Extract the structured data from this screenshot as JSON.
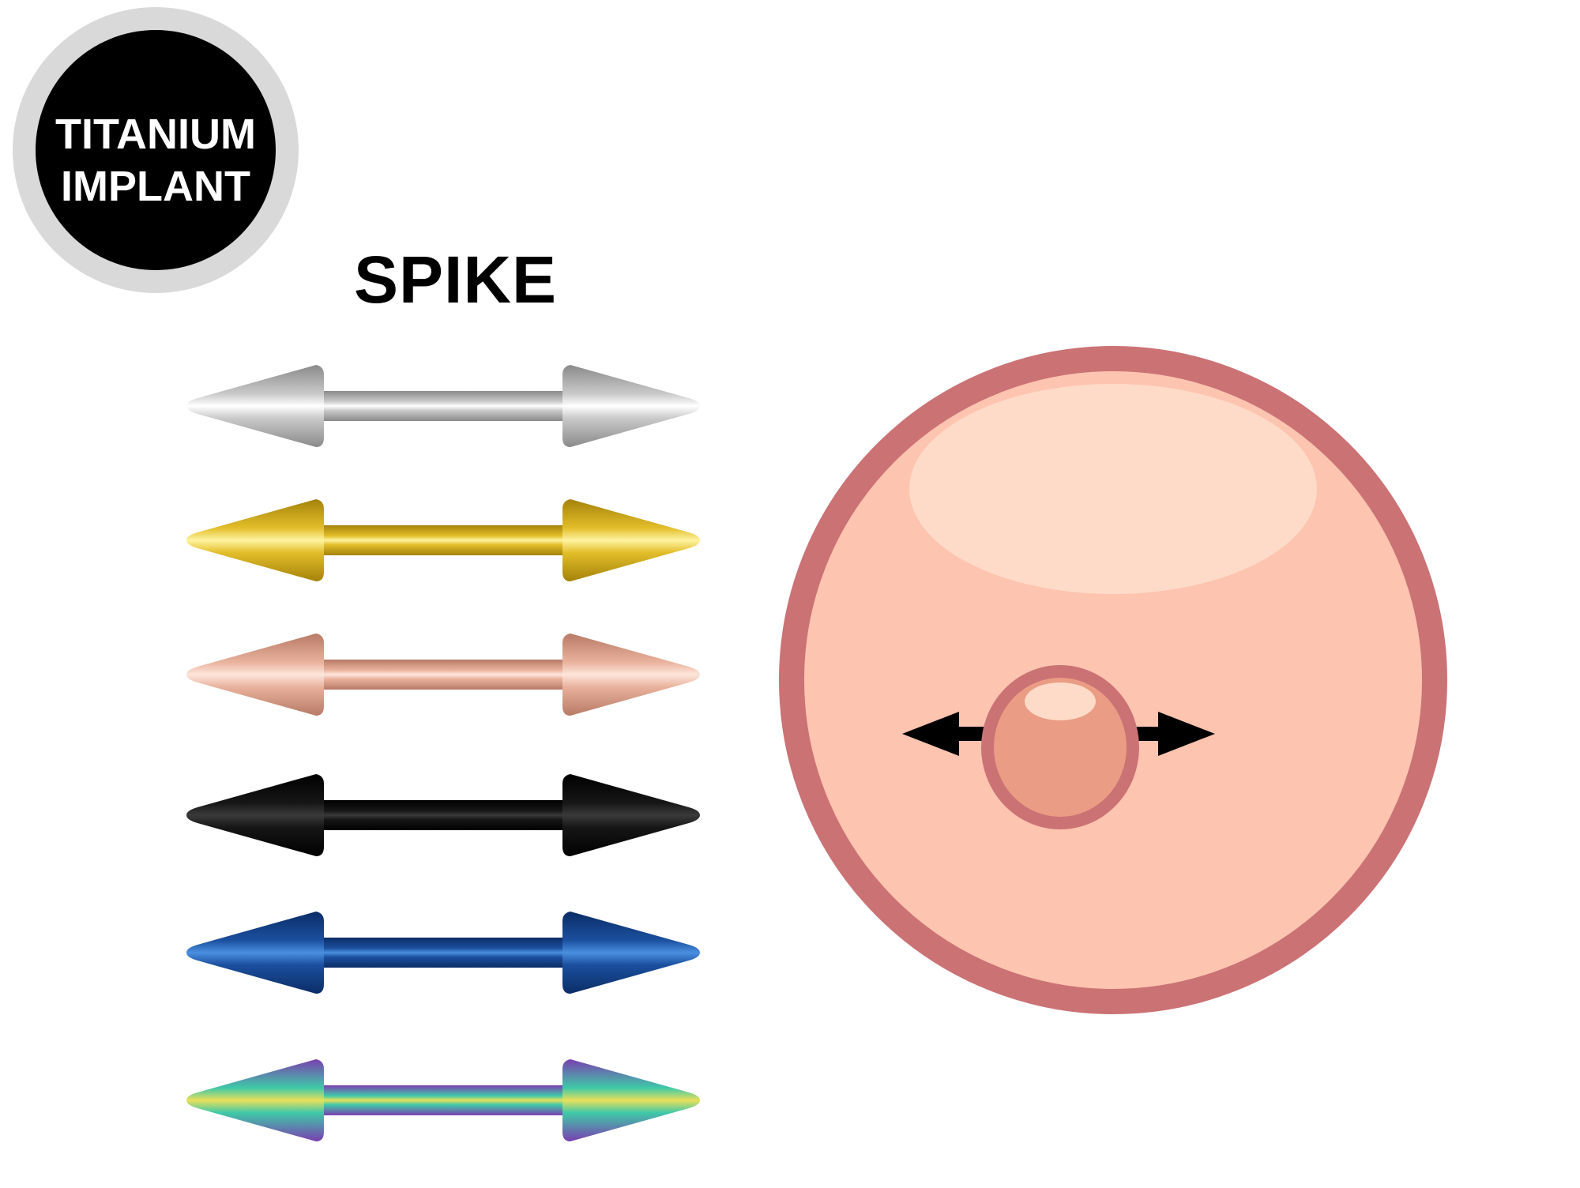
{
  "badge": {
    "line1": "TITANIUM",
    "line2": "IMPLANT"
  },
  "title": "SPIKE",
  "barbells": [
    {
      "name": "silver",
      "light": "#ffffff",
      "mid": "#c9c9c9",
      "dark": "#8a8a8a"
    },
    {
      "name": "gold",
      "light": "#fff3a0",
      "mid": "#e2be2a",
      "dark": "#a4820a"
    },
    {
      "name": "rose-gold",
      "light": "#fde6dc",
      "mid": "#e9b29c",
      "dark": "#b77a66"
    },
    {
      "name": "black",
      "light": "#3a3a3a",
      "mid": "#161616",
      "dark": "#000000"
    },
    {
      "name": "blue",
      "light": "#4a8fe0",
      "mid": "#1b4f9e",
      "dark": "#0b2d66"
    },
    {
      "name": "rainbow",
      "light": "#e9e05a",
      "mid": "#3fc9a8",
      "dark": "#7a3fb0"
    }
  ],
  "diagram": {
    "outline": "#cb7275",
    "skin": "#fdc4b0",
    "highlight": "#fedbc8",
    "ball": "#ea9c84",
    "arrow": "#000000"
  }
}
